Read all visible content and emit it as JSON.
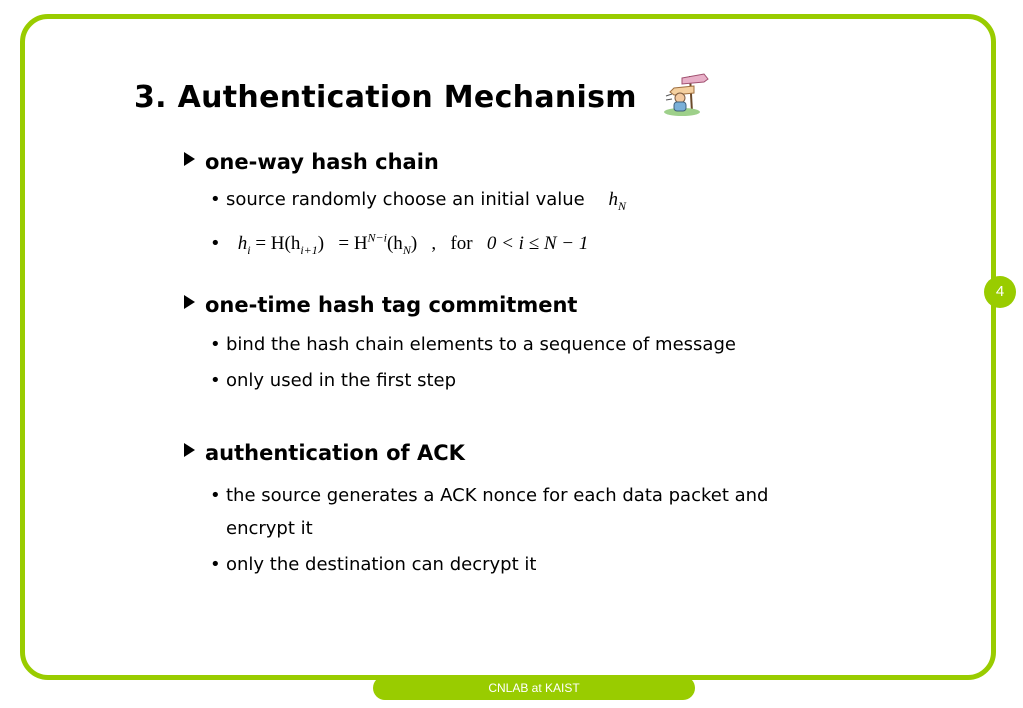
{
  "slide": {
    "title": "3. Authentication Mechanism",
    "page_number": "4",
    "footer": "CNLAB at KAIST"
  },
  "colors": {
    "accent": "#99cc00",
    "text": "#000000",
    "background": "#ffffff"
  },
  "sections": [
    {
      "heading": "one-way hash chain",
      "bullets": [
        {
          "text": "source randomly choose an initial value",
          "formula_base": "h",
          "formula_sub": "N"
        },
        {
          "formula_h": "h",
          "formula_i": "i",
          "formula_eq1": "= H(h",
          "formula_i1": "i+1",
          "formula_close": ")",
          "formula_eq2": "= H",
          "formula_sup": "N−i",
          "formula_hn": "(h",
          "formula_n": "N",
          "formula_end": ")",
          "formula_comma": ",",
          "formula_for": "for",
          "formula_range": "0 < i ≤ N − 1"
        }
      ]
    },
    {
      "heading": "one-time hash tag commitment",
      "bullets": [
        {
          "text": "bind the hash chain elements to a sequence of message"
        },
        {
          "text": "only used in the first step"
        }
      ]
    },
    {
      "heading": "authentication of ACK",
      "bullets": [
        {
          "line1": "the source generates a ACK nonce for each data packet and",
          "line2": "encrypt it"
        },
        {
          "text": "only  the destination can decrypt it"
        }
      ]
    }
  ],
  "bullet_glyph": "•"
}
